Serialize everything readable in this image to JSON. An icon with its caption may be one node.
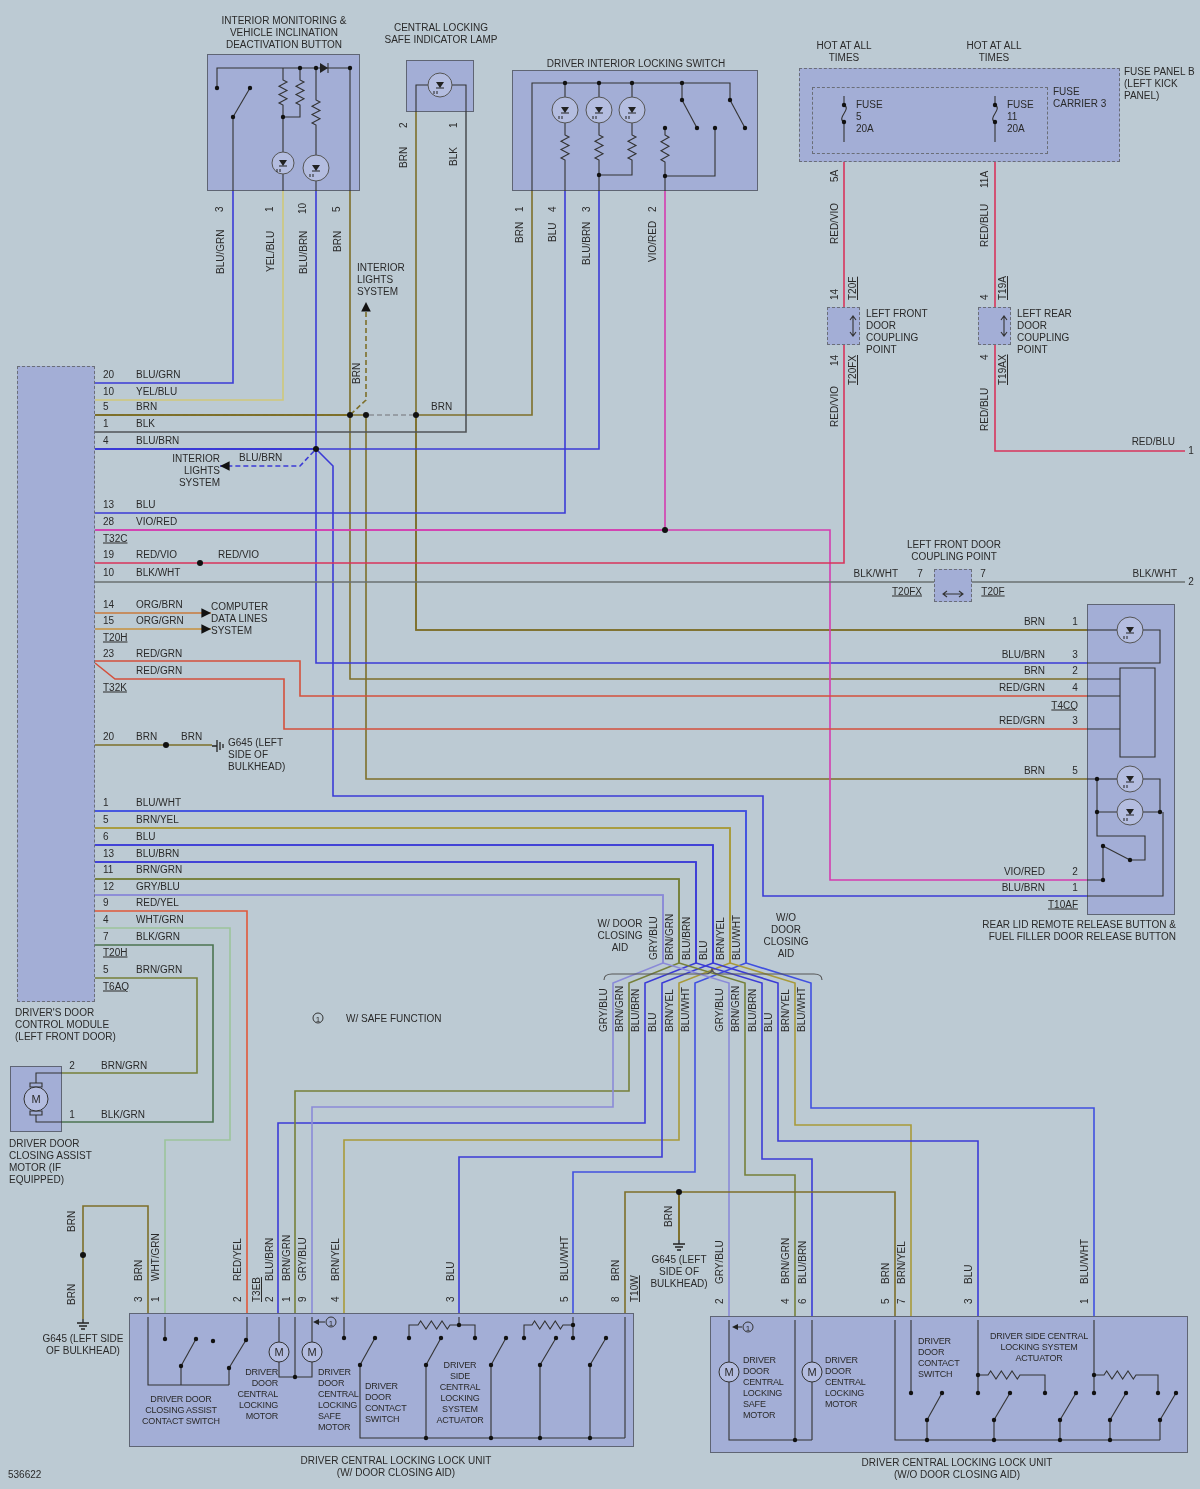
{
  "diagram": {
    "nodes": [
      {
        "text": [
          "INTERIOR MONITORING & VEHICLE INCLINATION DEACTIVATION BUTTON"
        ]
      },
      {
        "text": [
          "CENTRAL LOCKING SAFE INDICATOR LAMP"
        ]
      },
      {
        "text": [
          "DRIVER INTERIOR LOCKING SWITCH"
        ]
      },
      {
        "text": [
          "FUSE PANEL B (LEFT KICK PANEL)"
        ]
      },
      {
        "text": [
          "FUSE CARRIER 3",
          "FUSE 5 20A",
          "FUSE 11 20A"
        ],
        "in": 3
      },
      {
        "text": [
          "INTERIOR LIGHTS SYSTEM"
        ]
      },
      {
        "text": [
          "LEFT FRONT DOOR COUPLING POINT"
        ]
      },
      {
        "text": [
          "LEFT REAR DOOR COUPLING POINT"
        ]
      },
      {
        "text": [
          "INTERIOR LIGHTS SYSTEM"
        ]
      },
      {
        "text": [
          "DRIVER'S DOOR CONTROL MODULE (LEFT FRONT DOOR)"
        ]
      },
      {
        "text": [
          "LEFT FRONT DOOR COUPLING POINT"
        ]
      },
      {
        "text": [
          "COMPUTER DATA LINES SYSTEM"
        ]
      },
      {
        "text": [
          "REAR LID REMOTE RELEASE BUTTON & FUEL FILLER DOOR RELEASE BUTTON"
        ]
      },
      {
        "text": [
          "G645 (LEFT SIDE OF BULKHEAD)"
        ]
      },
      {
        "text": [
          "DRIVER DOOR CLOSING ASSIST MOTOR (IF EQUIPPED)"
        ]
      },
      {
        "text": [
          "G645 (LEFT SIDE OF BULKHEAD)"
        ]
      },
      {
        "text": [
          "G645 (LEFT SIDE OF BULKHEAD)"
        ]
      },
      {
        "text": [
          "DRIVER CENTRAL LOCKING LOCK UNIT (W/ DOOR CLOSING AID)",
          "DRIVER DOOR CLOSING ASSIST CONTACT SWITCH",
          "DRIVER DOOR CENTRAL LOCKING MOTOR",
          "DRIVER DOOR CENTRAL LOCKING SAFE MOTOR",
          "DRIVER DOOR CONTACT SWITCH",
          "DRIVER SIDE CENTRAL LOCKING SYSTEM ACTUATOR"
        ]
      },
      {
        "text": [
          "DRIVER CENTRAL LOCKING LOCK UNIT (W/O DOOR CLOSING AID)",
          "DRIVER DOOR CENTRAL LOCKING SAFE MOTOR",
          "DRIVER DOOR CENTRAL LOCKING MOTOR",
          "DRIVER DOOR CONTACT SWITCH",
          "DRIVER SIDE CENTRAL LOCKING SYSTEM ACTUATOR"
        ]
      },
      {
        "text": [
          "1"
        ]
      },
      {
        "text": [
          "2"
        ]
      }
    ],
    "edges": [
      {
        "from": 9,
        "to": 0,
        "arrow": "none",
        "color": "#3b3bd6"
      },
      {
        "from": 9,
        "to": 0,
        "arrow": "none",
        "color": "#cfc87a"
      },
      {
        "from": 9,
        "to": 0,
        "arrow": "none",
        "color": "#7d6f2a"
      },
      {
        "from": 9,
        "to": 5,
        "arrow": "to",
        "style": "dashed",
        "color": "#7d6f2a"
      },
      {
        "from": 9,
        "to": 12,
        "arrow": "none",
        "color": "#7d6f2a"
      },
      {
        "from": 9,
        "to": 12,
        "arrow": "none",
        "color": "#7d6f2a"
      },
      {
        "from": 12,
        "to": 1,
        "arrow": "none",
        "color": "#7d6f2a"
      },
      {
        "from": 12,
        "to": 2,
        "arrow": "none",
        "color": "#7d6f2a"
      },
      {
        "from": 9,
        "to": 1,
        "arrow": "none",
        "color": "#505458"
      },
      {
        "from": 9,
        "to": 2,
        "arrow": "none",
        "color": "#3b3bd6"
      },
      {
        "from": 9,
        "to": 0,
        "arrow": "none",
        "color": "#3b3bd6"
      },
      {
        "from": 9,
        "to": 8,
        "arrow": "to",
        "style": "dashed",
        "color": "#3b3bd6"
      },
      {
        "from": 9,
        "to": 12,
        "arrow": "none",
        "color": "#3b3bd6"
      },
      {
        "from": 9,
        "to": 12,
        "arrow": "none",
        "color": "#3b3bd6"
      },
      {
        "from": 9,
        "to": 2,
        "arrow": "none",
        "color": "#3b3bd6"
      },
      {
        "from": 9,
        "to": 2,
        "arrow": "none",
        "color": "#d43cb0"
      },
      {
        "from": 9,
        "to": 12,
        "arrow": "none",
        "color": "#d43cb0"
      },
      {
        "from": 9,
        "to": 6,
        "arrow": "none",
        "color": "#d8345c"
      },
      {
        "from": 6,
        "to": 3,
        "arrow": "none",
        "color": "#d8345c"
      },
      {
        "from": 3,
        "to": 7,
        "arrow": "none",
        "color": "#d8345c"
      },
      {
        "from": 7,
        "to": 19,
        "arrow": "none",
        "color": "#d8345c"
      },
      {
        "from": 9,
        "to": 10,
        "arrow": "none",
        "color": "#6a7070"
      },
      {
        "from": 10,
        "to": 20,
        "arrow": "none",
        "color": "#6a7070"
      },
      {
        "from": 9,
        "to": 11,
        "arrow": "to",
        "color": "#c87a3c"
      },
      {
        "from": 9,
        "to": 11,
        "arrow": "to",
        "color": "#c8903c"
      },
      {
        "from": 9,
        "to": 12,
        "arrow": "none",
        "color": "#d4503c"
      },
      {
        "from": 9,
        "to": 12,
        "arrow": "none",
        "color": "#d4503c"
      },
      {
        "from": 9,
        "to": 13,
        "arrow": "none",
        "color": "#7d6f2a"
      },
      {
        "from": 9,
        "to": 17,
        "arrow": "none",
        "color": "#4050e0"
      },
      {
        "from": 9,
        "to": 18,
        "arrow": "none",
        "color": "#4050e0"
      },
      {
        "from": 9,
        "to": 17,
        "arrow": "none",
        "color": "#a89a3a"
      },
      {
        "from": 9,
        "to": 18,
        "arrow": "none",
        "color": "#a89a3a"
      },
      {
        "from": 9,
        "to": 17,
        "arrow": "none",
        "color": "#3b3bd6"
      },
      {
        "from": 9,
        "to": 18,
        "arrow": "none",
        "color": "#3b3bd6"
      },
      {
        "from": 9,
        "to": 17,
        "arrow": "none",
        "color": "#3b3bd6"
      },
      {
        "from": 9,
        "to": 18,
        "arrow": "none",
        "color": "#3b3bd6"
      },
      {
        "from": 9,
        "to": 17,
        "arrow": "none",
        "color": "#76803a"
      },
      {
        "from": 9,
        "to": 18,
        "arrow": "none",
        "color": "#76803a"
      },
      {
        "from": 9,
        "to": 17,
        "arrow": "none",
        "color": "#8a8ad8"
      },
      {
        "from": 9,
        "to": 18,
        "arrow": "none",
        "color": "#8a8ad8"
      },
      {
        "from": 9,
        "to": 17,
        "arrow": "none",
        "color": "#e0583a"
      },
      {
        "from": 9,
        "to": 17,
        "arrow": "none",
        "color": "#9cc49c"
      },
      {
        "from": 9,
        "to": 14,
        "arrow": "none",
        "color": "#4c7452"
      },
      {
        "from": 9,
        "to": 14,
        "arrow": "none",
        "color": "#76803a"
      },
      {
        "from": 17,
        "to": 15,
        "arrow": "none",
        "color": "#7d6f2a"
      },
      {
        "from": 17,
        "to": 16,
        "arrow": "none",
        "color": "#7d6f2a"
      },
      {
        "from": 18,
        "to": 16,
        "arrow": "none",
        "color": "#7d6f2a"
      }
    ],
    "labels": [
      "3",
      "BLU/GRN",
      "1",
      "YEL/BLU",
      "10",
      "BLU/BRN",
      "5",
      "BRN",
      "2",
      "BRN",
      "1",
      "BLK",
      "1",
      "BRN",
      "4",
      "BLU",
      "3",
      "BLU/BRN",
      "2",
      "VIO/RED",
      "HOT AT ALL TIMES",
      "HOT AT ALL TIMES",
      "5A",
      "RED/VIO",
      "11A",
      "RED/BLU",
      "14",
      "T20F",
      "4",
      "T19A",
      "14",
      "T20FX",
      "4",
      "T19AX",
      "RED/VIO",
      "RED/BLU",
      "RED/BLU",
      "BRN",
      "20",
      "BLU/GRN",
      "10",
      "YEL/BLU",
      "5",
      "BRN",
      "1",
      "BLK",
      "4",
      "BLU/BRN",
      "BRN",
      "BLU/BRN",
      "13",
      "BLU",
      "28",
      "VIO/RED",
      "T32C",
      "19",
      "RED/VIO",
      "RED/VIO",
      "10",
      "BLK/WHT",
      "BLK/WHT",
      "7",
      "T20FX",
      "7",
      "T20F",
      "BLK/WHT",
      "14",
      "ORG/BRN",
      "15",
      "ORG/GRN",
      "T20H",
      "23",
      "RED/GRN",
      "RED/GRN",
      "T32K",
      "BRN",
      "1",
      "BLU/BRN",
      "3",
      "BRN",
      "2",
      "RED/GRN",
      "4",
      "T4CQ",
      "RED/GRN",
      "3",
      "BRN",
      "5",
      "20",
      "BRN",
      "BRN",
      "VIO/RED",
      "2",
      "BLU/BRN",
      "1",
      "T10AF",
      "1",
      "BLU/WHT",
      "5",
      "BRN/YEL",
      "6",
      "BLU",
      "13",
      "BLU/BRN",
      "11",
      "BRN/GRN",
      "12",
      "GRY/BLU",
      "9",
      "RED/YEL",
      "4",
      "WHT/GRN",
      "7",
      "BLK/GRN",
      "T20H",
      "5",
      "BRN/GRN",
      "T6AQ",
      "W/ DOOR CLOSING AID",
      "GRY/BLU",
      "BRN/GRN",
      "BLU/BRN",
      "BLU",
      "BRN/YEL",
      "BLU/WHT",
      "W/O DOOR CLOSING AID",
      "GRY/BLU",
      "BRN/GRN",
      "BLU/BRN",
      "BLU",
      "BRN/YEL",
      "BLU/WHT",
      "GRY/BLU",
      "BRN/GRN",
      "BLU/BRN",
      "BLU",
      "BRN/YEL",
      "BLU/WHT",
      "2",
      "BRN/GRN",
      "1",
      "BLK/GRN",
      "M",
      "1",
      "W/ SAFE FUNCTION",
      "BRN",
      "BRN",
      "BRN",
      "3",
      "WHT/GRN",
      "1",
      "RED/YEL",
      "2",
      "T3EB",
      "BLU/BRN",
      "2",
      "BRN/GRN",
      "1",
      "GRY/BLU",
      "9",
      "BRN/YEL",
      "4",
      "BLU",
      "3",
      "BLU/WHT",
      "5",
      "BRN",
      "8",
      "T10W",
      "BRN",
      "GRY/BLU",
      "2",
      "BRN/GRN",
      "4",
      "BLU/BRN",
      "6",
      "BRN",
      "5",
      "BRN/YEL",
      "7",
      "BLU",
      "3",
      "BLU/WHT",
      "1",
      "M",
      "M",
      "1",
      "M",
      "M",
      "1",
      "536622"
    ]
  }
}
